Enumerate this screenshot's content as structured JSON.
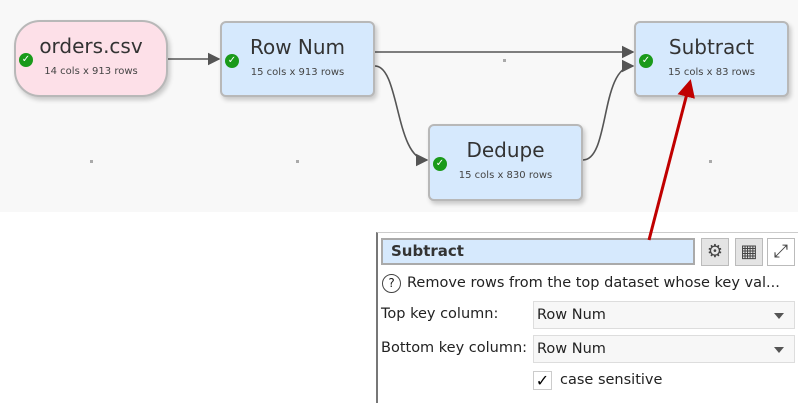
{
  "nodes": [
    {
      "title": "orders.csv",
      "stats": "14 cols x 913 rows",
      "status": "ok",
      "color": "#fde0e8"
    },
    {
      "title": "Row Num",
      "stats": "15 cols x 913 rows",
      "status": "ok",
      "color": "#d6e9fd"
    },
    {
      "title": "Dedupe",
      "stats": "15 cols x 830 rows",
      "status": "ok",
      "color": "#d6e9fd"
    },
    {
      "title": "Subtract",
      "stats": "15 cols x 83 rows",
      "status": "ok",
      "color": "#d6e9fd"
    }
  ],
  "panel": {
    "title": "Subtract",
    "buttons": [
      "gear-icon",
      "table-icon",
      "maximize-icon"
    ],
    "help_icon": "?",
    "description": "Remove rows from the top dataset whose key val...",
    "top_key_label": "Top key column:",
    "top_key_value": "Row Num",
    "bottom_key_label": "Bottom key column:",
    "bottom_key_value": "Row Num",
    "case_sensitive_label": "case sensitive",
    "case_sensitive_checked": true
  },
  "colors": {
    "annotation_arrow": "#c00000",
    "check": "#1a9a1a"
  }
}
